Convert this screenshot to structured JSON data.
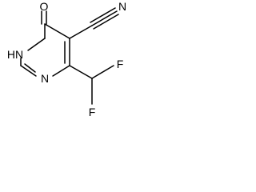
{
  "molecule": {
    "atoms": {
      "oxygen": "O",
      "nh": "HN",
      "nitrogen": "N",
      "nitrile_n": "N",
      "fluorine_top": "F",
      "fluorine_bottom": "F"
    }
  }
}
